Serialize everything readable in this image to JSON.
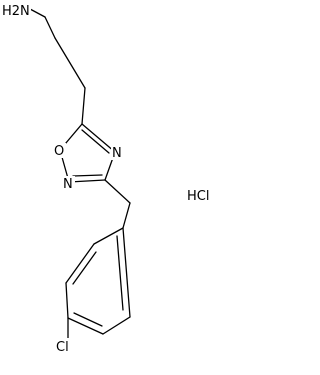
{
  "molecule": {
    "atoms": {
      "amine": "H2N",
      "ring_oxygen": "O",
      "ring_nitrogen_upper": "N",
      "ring_nitrogen_lower": "N",
      "chlorine": "Cl"
    },
    "counterion": "HCl"
  }
}
